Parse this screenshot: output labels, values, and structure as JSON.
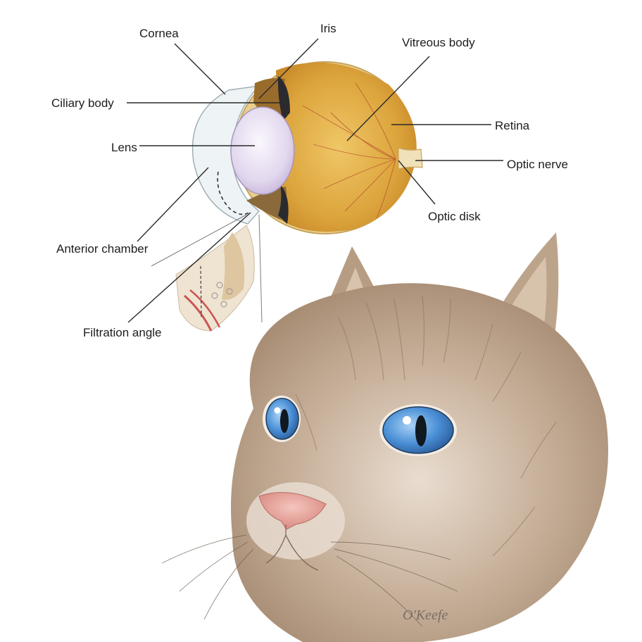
{
  "labels": {
    "cornea": "Cornea",
    "iris": "Iris",
    "vitreous_body": "Vitreous body",
    "ciliary_body": "Ciliary body",
    "retina": "Retina",
    "lens": "Lens",
    "optic_nerve": "Optic nerve",
    "optic_disk": "Optic disk",
    "anterior_chamber": "Anterior chamber",
    "filtration_angle": "Filtration angle"
  },
  "signature": "O'Keefe",
  "colors": {
    "background": "#ffffff",
    "eyeball_yellow": "#dba638",
    "lens": "#e7def0",
    "cornea": "#eef3f5",
    "iris_dark": "#2b2a2f",
    "cat_fur": "#b59c84",
    "cat_eye_blue": "#4a8fd6",
    "cat_nose": "#e6a39c",
    "leader_line": "#2a2a2a"
  }
}
